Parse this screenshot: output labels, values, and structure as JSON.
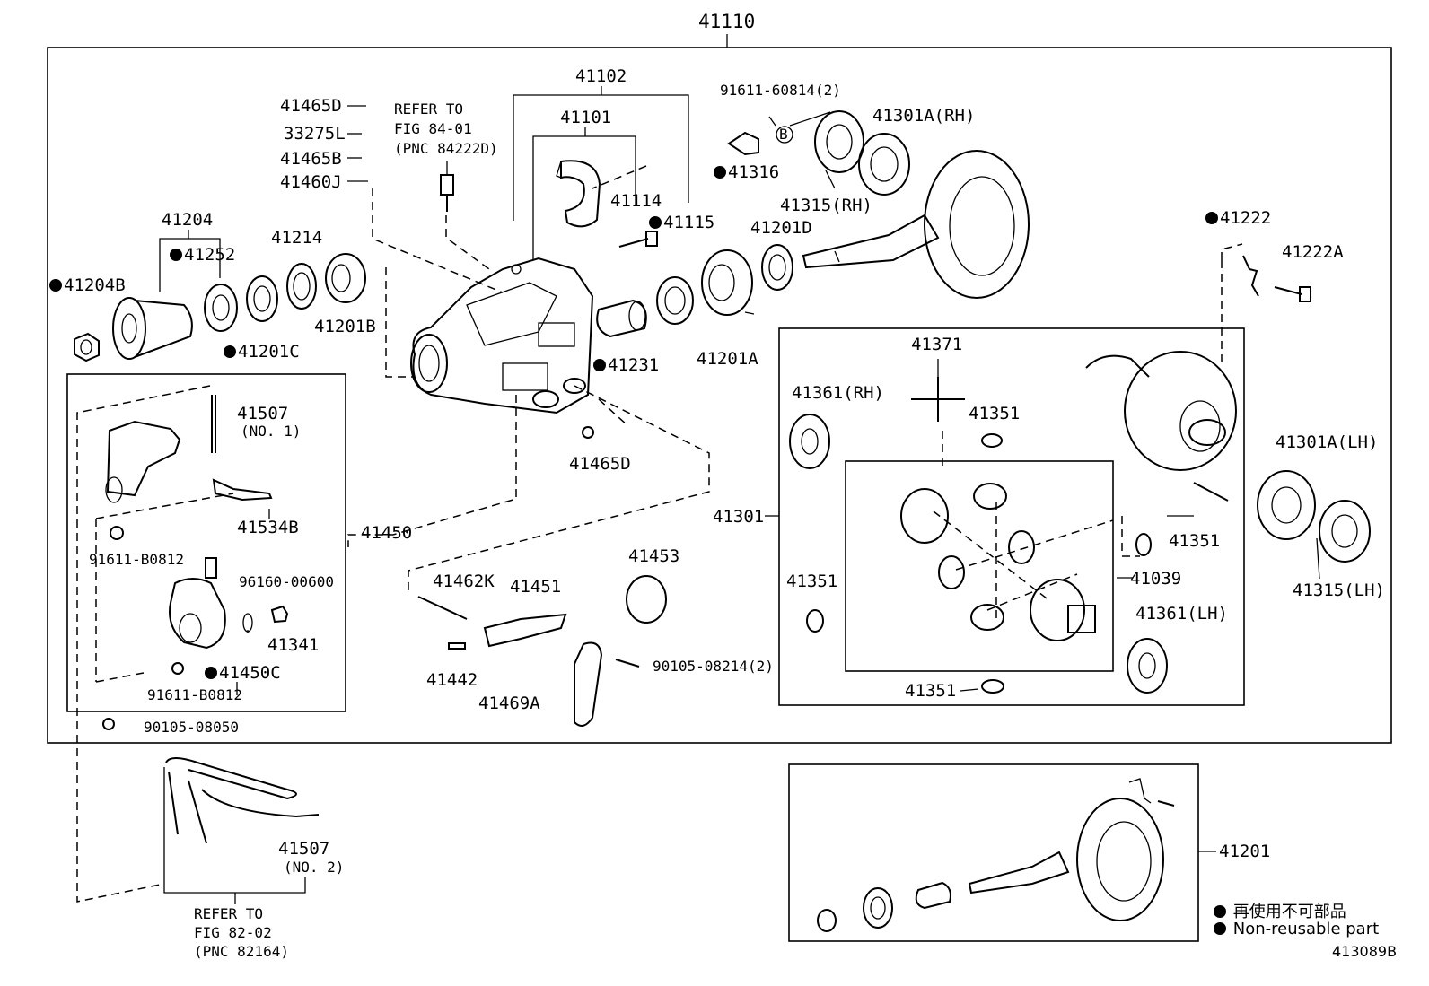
{
  "callouts": {
    "assembly_main": "41110",
    "carrier_cover": "41102",
    "carrier_cover_sub": "41101",
    "bolt_91611_60814": "91611-60814(2)",
    "bearing_rh": "41301A(RH)",
    "b_mark": "B",
    "lock_41316": "41316",
    "shim_rh": "41315(RH)",
    "lock_41222": "41222",
    "bolt_41222a": "41222A",
    "plug_41465d_top": "41465D",
    "gasket_33275l": "33275L",
    "spring_41465b": "41465B",
    "ball_41460j": "41460J",
    "refer_84_line1": "REFER TO",
    "refer_84_line2": "FIG 84-01",
    "refer_84_line3": "(PNC 84222D)",
    "bolt_41114": "41114",
    "bolt_41115": "41115",
    "bearing_41201d": "41201D",
    "flange_41204": "41204",
    "seal_41252": "41252",
    "bearing_41214": "41214",
    "nut_41204b": "41204B",
    "bearing_41201b": "41201B",
    "spacer_41201c": "41201C",
    "collar_41231": "41231",
    "bearing_41201a": "41201A",
    "spider_41371": "41371",
    "washer_41361_rh": "41361(RH)",
    "washer_41351_a": "41351",
    "bearing_41301a_lh": "41301A(LH)",
    "pin_41507": "41507",
    "pin_41507_no1": "(NO. 1)",
    "plug_41465d": "41465D",
    "bracket_41534b": "41534B",
    "actuator_41450": "41450",
    "case_41301": "41301",
    "washer_41351_b": "41351",
    "diff_41039": "41039",
    "shim_lh": "41315(LH)",
    "bolt_91611_b0812_a": "91611-B0812",
    "oring_96160": "96160-00600",
    "washer_41351_c": "41351",
    "fork_41453": "41453",
    "pin_41462k": "41462K",
    "fork_41451": "41451",
    "washer_41361_lh": "41361(LH)",
    "sensor_41341": "41341",
    "actuator_41450c": "41450C",
    "bolt_90105_08214": "90105-08214(2)",
    "key_41442": "41442",
    "bolt_91611_b0812_b": "91611-B0812",
    "lever_41469a": "41469A",
    "washer_41351_d": "41351",
    "bolt_90105_08050": "90105-08050",
    "gear_41201": "41201",
    "pin_41507_b": "41507",
    "pin_41507_no2": "(NO. 2)",
    "refer_82_line1": "REFER TO",
    "refer_82_line2": "FIG 82-02",
    "refer_82_line3": "(PNC 82164)"
  },
  "legend": {
    "line_jp": "再使用不可部品",
    "line_en": "Non-reusable part"
  },
  "figure_code": "413089B"
}
